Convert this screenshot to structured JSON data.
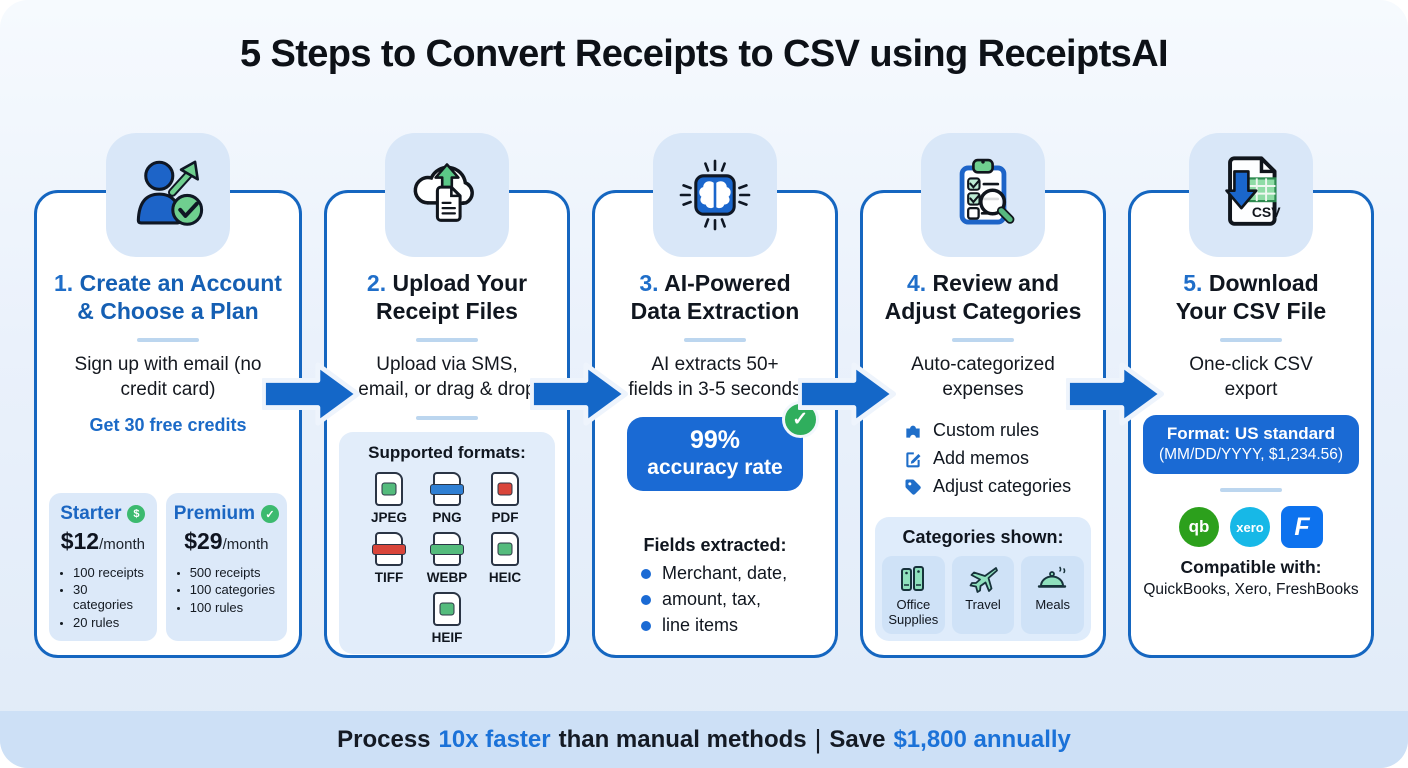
{
  "page_title": "5 Steps to Convert Receipts to CSV using ReceiptsAI",
  "colors": {
    "accent_blue": "#1566c0",
    "badge_blue": "#1a6ad4",
    "success_green": "#2fae5d",
    "quickbooks_green": "#2ca01c",
    "xero_teal": "#17b8e7",
    "freshbooks_blue": "#0d72ee"
  },
  "icons": {
    "step1": "person-check-icon",
    "step2": "cloud-upload-icon",
    "step3": "brain-chip-icon",
    "step4": "clipboard-review-icon",
    "step5": "csv-download-icon",
    "csv_label": "CSV",
    "check_glyph": "✓",
    "starter_badge_glyph": "$",
    "premium_badge_glyph": "✓"
  },
  "steps": {
    "step1": {
      "number": "1.",
      "title": "Create an Account & Choose a Plan",
      "description": "Sign up with email (no credit card)",
      "highlight": "Get 30 free credits",
      "plans": [
        {
          "name": "Starter",
          "price": "$12",
          "per": "/month",
          "features": [
            "100 receipts",
            "30 categories",
            "20 rules"
          ]
        },
        {
          "name": "Premium",
          "price": "$29",
          "per": "/month",
          "features": [
            "500 receipts",
            "100 categories",
            "100 rules"
          ]
        }
      ]
    },
    "step2": {
      "number": "2.",
      "title": "Upload Your Receipt Files",
      "description": "Upload via SMS, email, or drag & drop",
      "formats_label": "Supported formats:",
      "formats": [
        "JPEG",
        "PNG",
        "PDF",
        "TIFF",
        "WEBP",
        "HEIC",
        "HEIF"
      ]
    },
    "step3": {
      "number": "3.",
      "title": "AI-Powered Data Extraction",
      "description": "AI extracts 50+ fields in 3-5 seconds",
      "accuracy_value": "99%",
      "accuracy_label": "accuracy rate",
      "fields_label": "Fields extracted:",
      "fields": [
        "Merchant, date,",
        "amount, tax,",
        "line items"
      ]
    },
    "step4": {
      "number": "4.",
      "title": "Review and Adjust Categories",
      "description": "Auto-categorized expenses",
      "features": [
        "Custom rules",
        "Add memos",
        "Adjust categories"
      ],
      "categories_label": "Categories shown:",
      "categories": [
        "Office Supplies",
        "Travel",
        "Meals"
      ]
    },
    "step5": {
      "number": "5.",
      "title": "Download Your CSV File",
      "description": "One-click CSV export",
      "format_line1": "Format: US standard",
      "format_line2": "(MM/DD/YYYY, $1,234.56)",
      "logos": [
        "qb",
        "xero",
        "F"
      ],
      "compatible_label": "Compatible with:",
      "compatible_apps": "QuickBooks, Xero, FreshBooks"
    }
  },
  "footer": {
    "text_1": "Process",
    "highlight_1": "10x faster",
    "text_2": "than manual methods",
    "separator": "|",
    "text_3": "Save",
    "highlight_2": "$1,800 annually"
  }
}
